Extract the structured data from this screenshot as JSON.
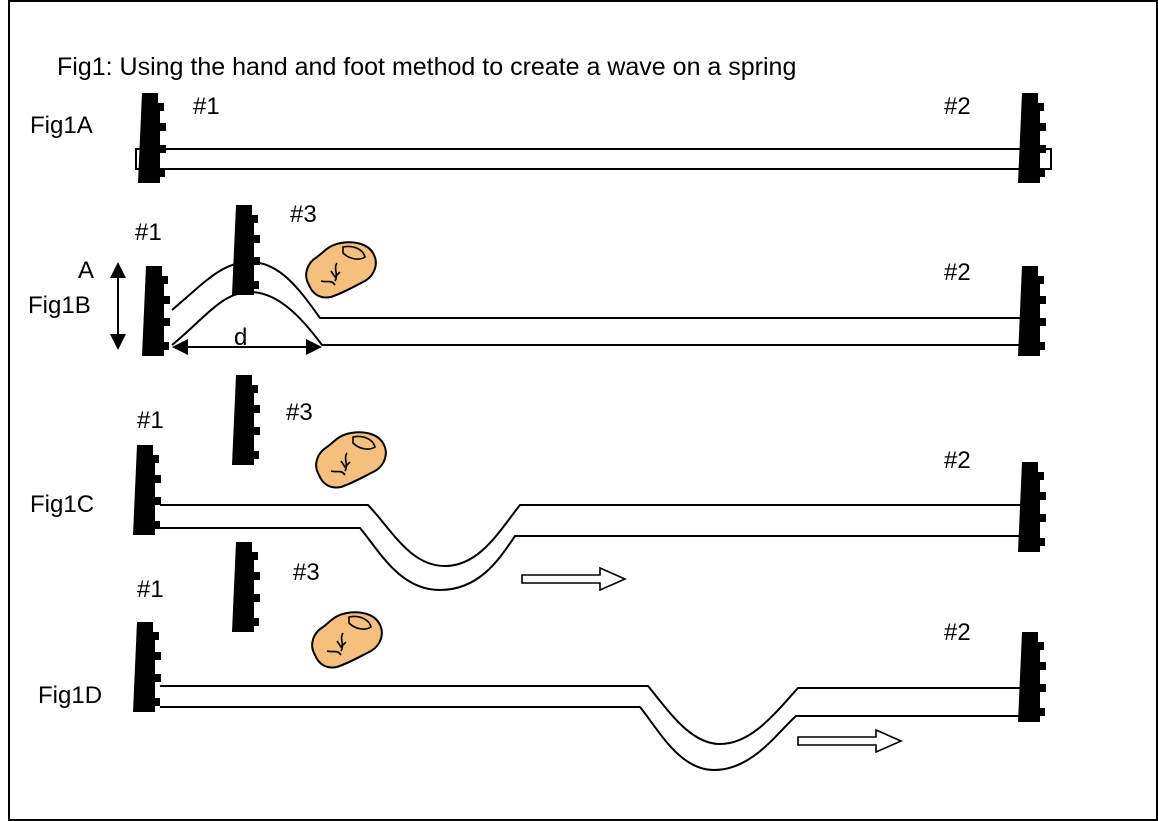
{
  "title": "Fig1: Using the hand and foot method to create a wave on a spring",
  "panels": {
    "a": {
      "label": "Fig1A",
      "person1": "#1",
      "person2": "#2"
    },
    "b": {
      "label": "Fig1B",
      "person1": "#1",
      "person2": "#2",
      "person3": "#3",
      "amplitude": "A",
      "width": "d"
    },
    "c": {
      "label": "Fig1C",
      "person1": "#1",
      "person2": "#2",
      "person3": "#3"
    },
    "d": {
      "label": "Fig1D",
      "person1": "#1",
      "person2": "#2",
      "person3": "#3"
    }
  },
  "icons": {
    "hand": "hand-icon",
    "foot": "foot-icon",
    "direction": "right-arrow-icon"
  },
  "colors": {
    "border": "#000000",
    "foot": "#f5c07e"
  }
}
